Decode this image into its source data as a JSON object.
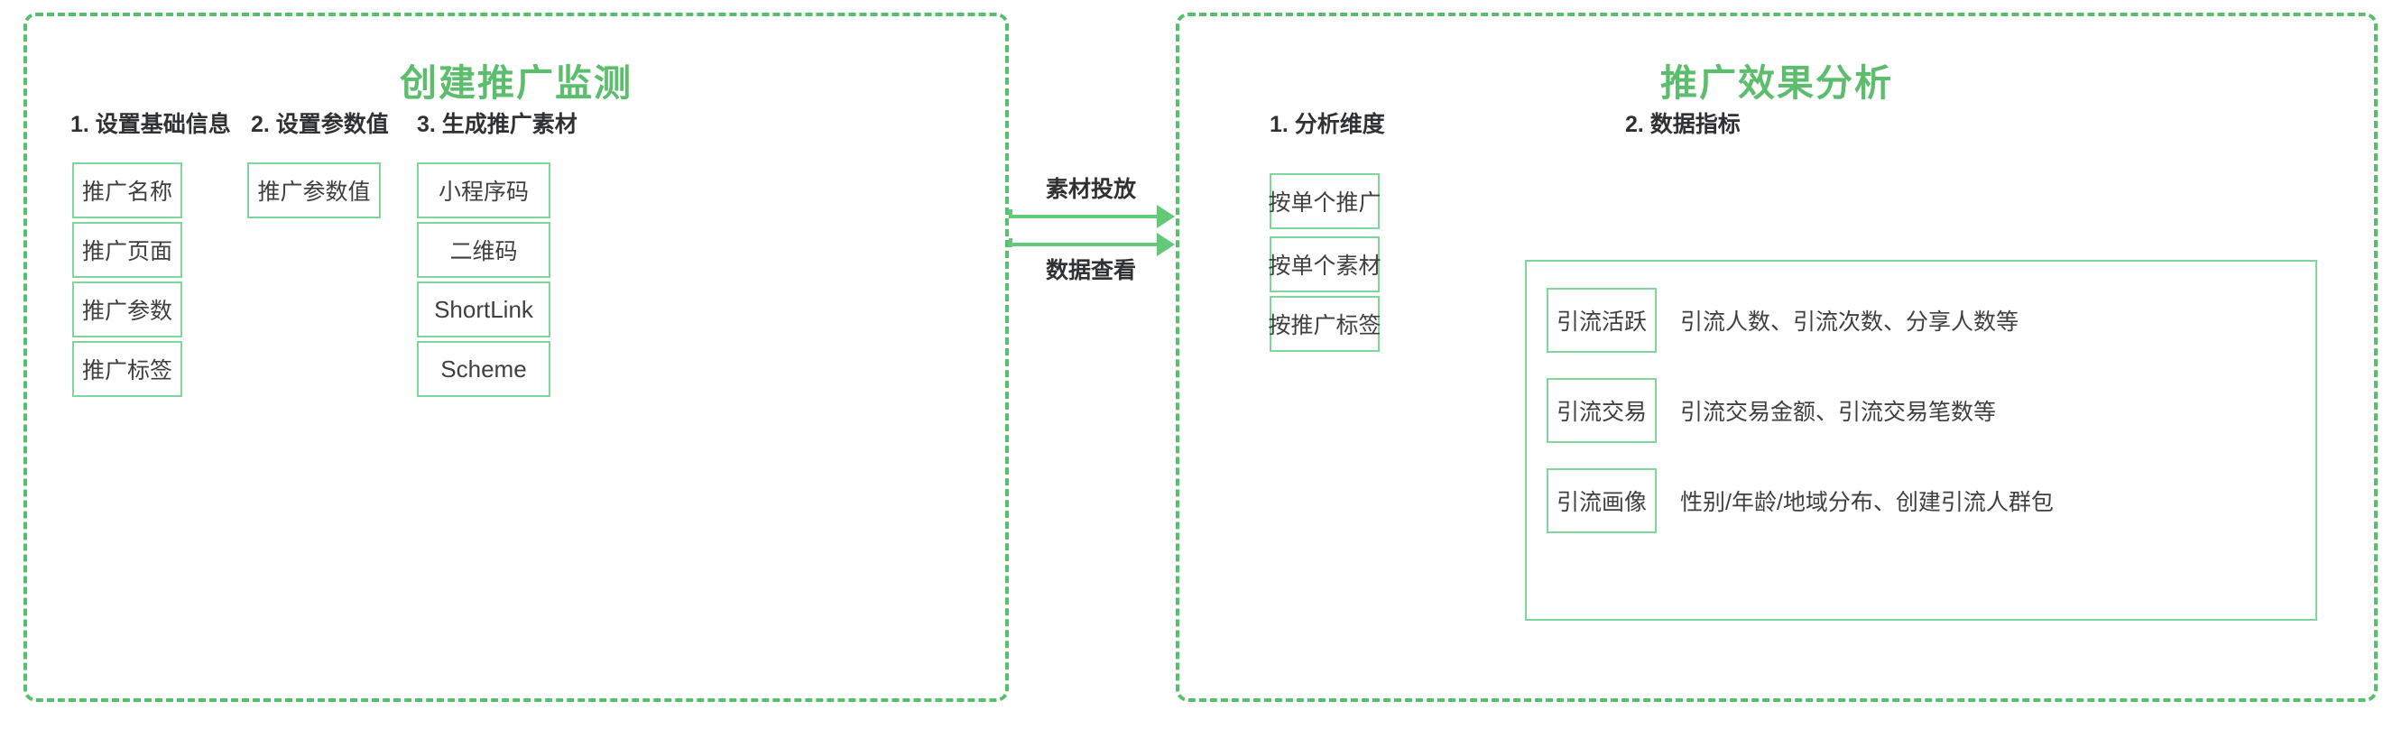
{
  "left_panel": {
    "title": "创建推广监测",
    "columns": [
      {
        "heading": "1. 设置基础信息",
        "items": [
          "推广名称",
          "推广页面",
          "推广参数",
          "推广标签"
        ]
      },
      {
        "heading": "2. 设置参数值",
        "items": [
          "推广参数值"
        ]
      },
      {
        "heading": "3. 生成推广素材",
        "items": [
          "小程序码",
          "二维码",
          "ShortLink",
          "Scheme"
        ]
      }
    ]
  },
  "connectors": [
    {
      "label": "素材投放",
      "direction": "right"
    },
    {
      "label": "数据查看",
      "direction": "right"
    }
  ],
  "right_panel": {
    "title": "推广效果分析",
    "dimension_section": {
      "heading": "1. 分析维度",
      "items": [
        "按单个推广",
        "按单个素材",
        "按推广标签"
      ]
    },
    "metrics_section": {
      "heading": "2. 数据指标",
      "rows": [
        {
          "name": "引流活跃",
          "description": "引流人数、引流次数、分享人数等"
        },
        {
          "name": "引流交易",
          "description": "引流交易金额、引流交易笔数等"
        },
        {
          "name": "引流画像",
          "description": "性别/年龄/地域分布、创建引流人群包"
        }
      ]
    }
  },
  "colors": {
    "title_green": "#5cbe6d",
    "panel_dash_green": "#56bf6b",
    "box_border_green": "#7fd69b",
    "arrow_green": "#63c877",
    "text_dark": "#303133",
    "text_body": "#3f3f3f",
    "background": "#ffffff"
  }
}
